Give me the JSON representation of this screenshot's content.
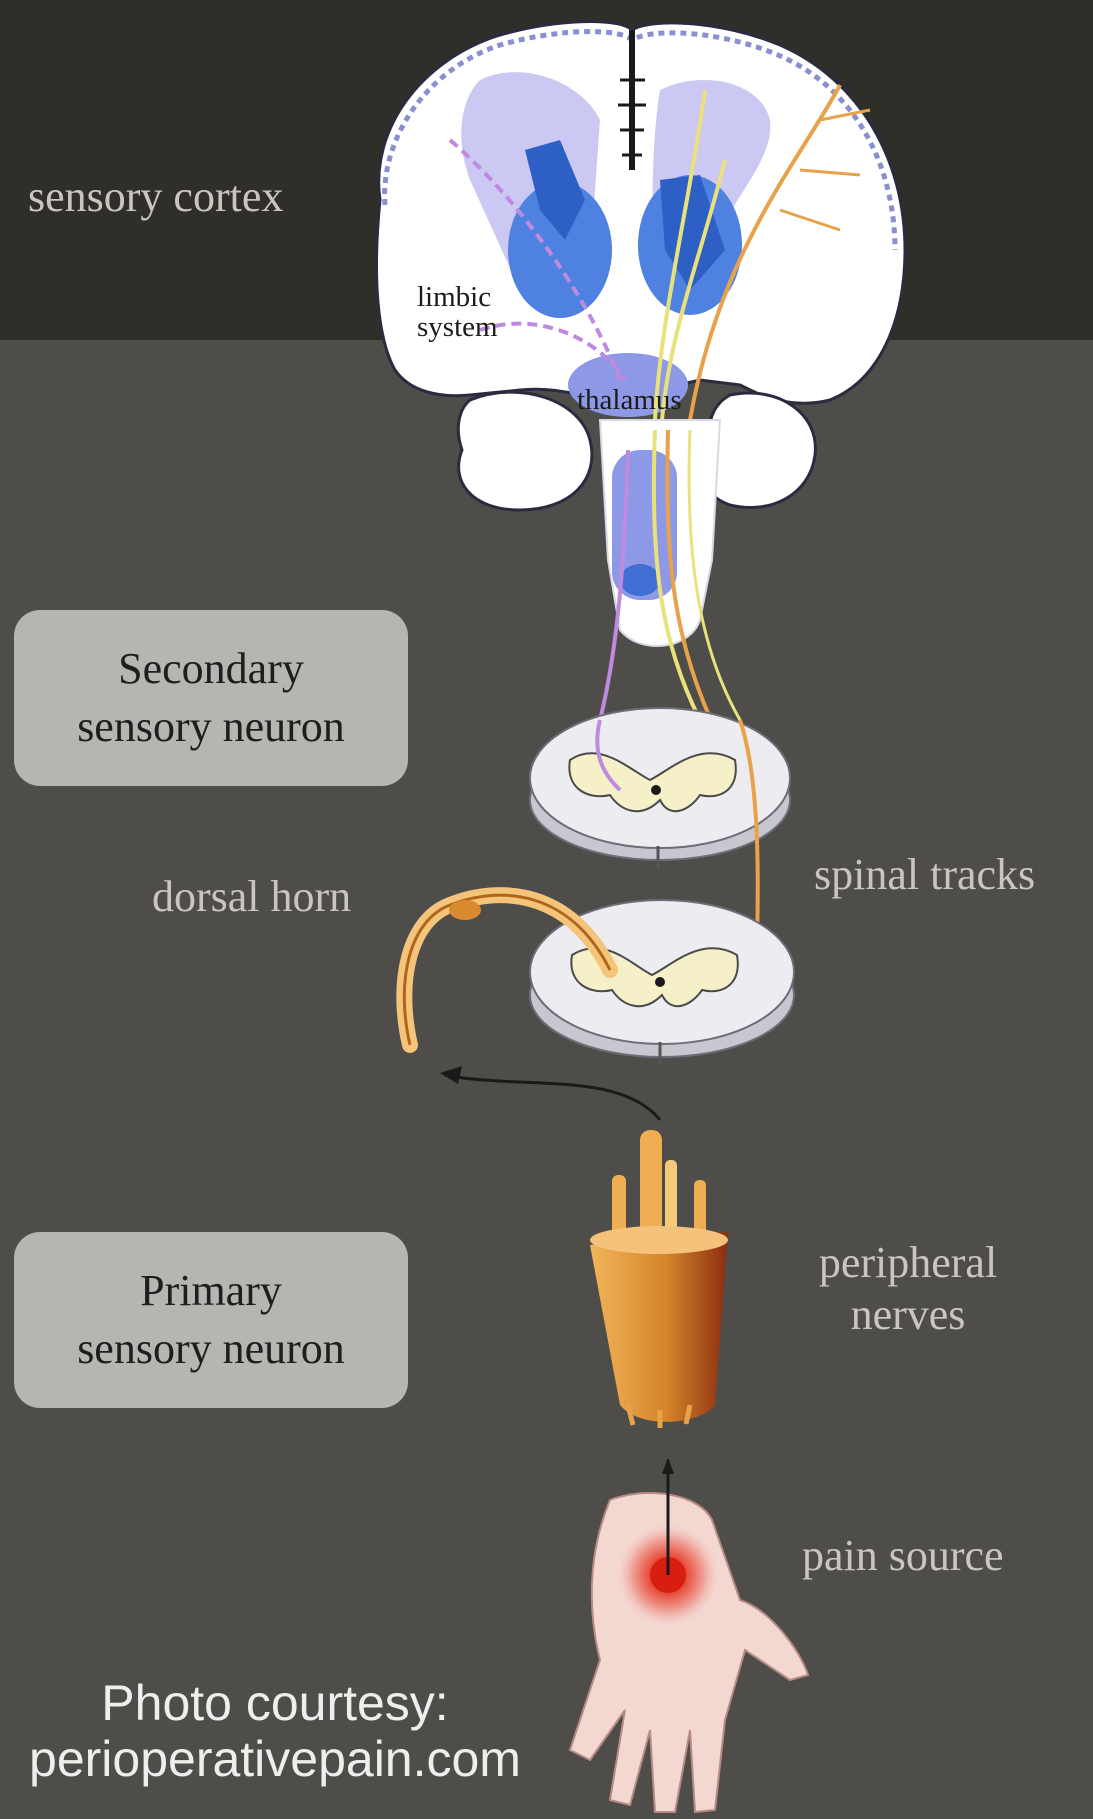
{
  "labels": {
    "sensory_cortex": "sensory cortex",
    "dorsal_horn": "dorsal horn",
    "spinal_tracks": "spinal tracks",
    "peripheral_line1": "peripheral",
    "peripheral_line2": "nerves",
    "pain_source": "pain source"
  },
  "boxes": {
    "secondary_line1": "Secondary",
    "secondary_line2": "sensory neuron",
    "primary_line1": "Primary",
    "primary_line2": "sensory neuron"
  },
  "diagram_labels": {
    "limbic_line1": "limbic",
    "limbic_line2": "system",
    "thalamus": "thalamus"
  },
  "credit": {
    "line1": "Photo courtesy:",
    "line2": "perioperativepain.com"
  },
  "colors": {
    "background": "#4e4d49",
    "top_band": "#2f2e29",
    "label_text": "#c9c6c0",
    "box_fill": "#b7b5b2",
    "brain_white": "#ffffff",
    "brain_lavender": "#c8c6f2",
    "brain_blue": "#3f78d6",
    "nerve_orange": "#e8a24a",
    "pathway_purple": "#c08ae0",
    "pathway_yellow": "#e9e27a",
    "pain_red": "#e03a2a"
  }
}
